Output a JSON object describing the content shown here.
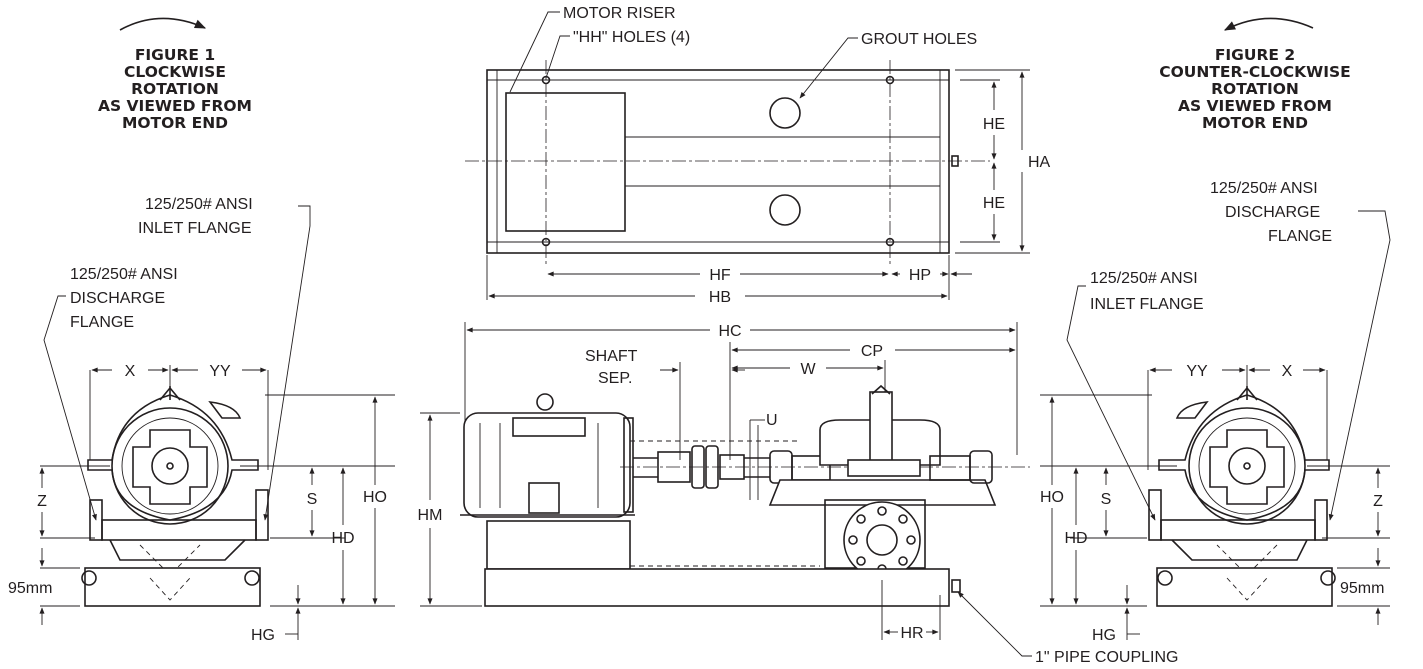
{
  "figures": {
    "figure1": [
      "FIGURE 1",
      "CLOCKWISE",
      "ROTATION",
      "AS VIEWED FROM",
      "MOTOR END"
    ],
    "figure2": [
      "FIGURE 2",
      "COUNTER-CLOCKWISE",
      "ROTATION",
      "AS VIEWED FROM",
      "MOTOR END"
    ]
  },
  "top_view": {
    "motor_riser": "MOTOR RISER",
    "hh_holes": "\"HH\" HOLES (4)",
    "grout_holes": "GROUT HOLES",
    "he": "HE",
    "ha": "HA",
    "hf": "HF",
    "hp": "HP",
    "hb": "HB"
  },
  "side_view": {
    "hc": "HC",
    "cp": "CP",
    "shaft_sep": [
      "SHAFT",
      "SEP."
    ],
    "w": "W",
    "u": "U",
    "hm": "HM",
    "hr": "HR",
    "pipe_coupling": "1\" PIPE COUPLING"
  },
  "left_view": {
    "inlet_flange": [
      "125/250# ANSI",
      "INLET FLANGE"
    ],
    "discharge_flange": [
      "125/250# ANSI",
      "DISCHARGE",
      "FLANGE"
    ],
    "x": "X",
    "yy": "YY",
    "z": "Z",
    "s": "S",
    "ho": "HO",
    "hd": "HD",
    "hg": "HG",
    "base_height": "95mm"
  },
  "right_view": {
    "discharge_flange": [
      "125/250# ANSI",
      "DISCHARGE",
      "FLANGE"
    ],
    "inlet_flange": [
      "125/250# ANSI",
      "INLET FLANGE"
    ],
    "x": "X",
    "yy": "YY",
    "z": "Z",
    "s": "S",
    "ho": "HO",
    "hd": "HD",
    "hg": "HG",
    "base_height": "95mm"
  }
}
